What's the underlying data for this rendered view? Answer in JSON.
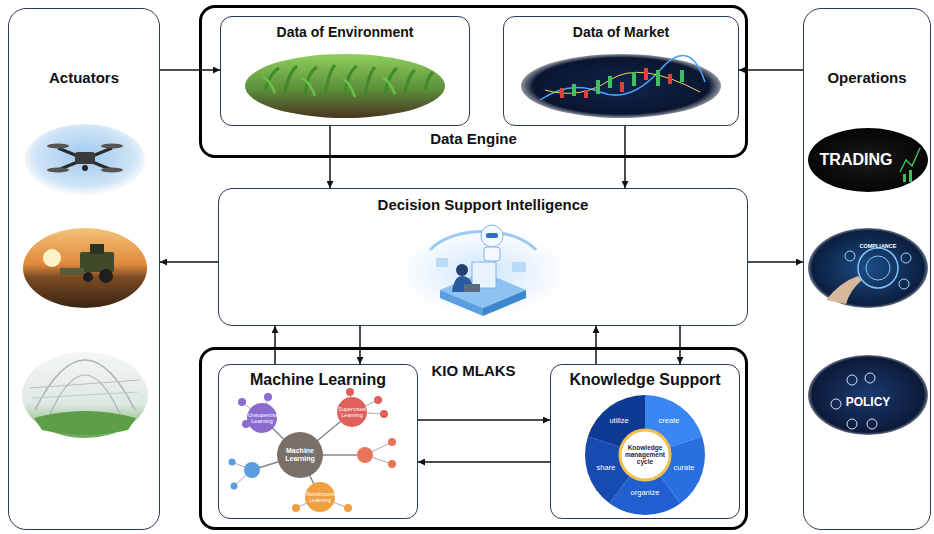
{
  "diagram": {
    "nodes": [
      {
        "text": [
          "Actuators"
        ]
      },
      {
        "text": [
          "Data Engine"
        ]
      },
      {
        "text": [
          "Data of Environment"
        ],
        "in": 1
      },
      {
        "text": [
          "Data of Market"
        ],
        "in": 1
      },
      {
        "text": [
          "Operations"
        ]
      },
      {
        "text": [
          "Decision Support Intelligence"
        ]
      },
      {
        "text": [
          "KIO MLAKS"
        ]
      },
      {
        "text": [
          "Machine Learning"
        ],
        "in": 6
      },
      {
        "text": [
          "Knowledge Support"
        ],
        "in": 6
      }
    ],
    "edges": [
      {
        "from": 0,
        "to": 2,
        "arrow": "to"
      },
      {
        "from": 4,
        "to": 3,
        "arrow": "to"
      },
      {
        "from": 2,
        "to": 5,
        "arrow": "to"
      },
      {
        "from": 3,
        "to": 5,
        "arrow": "to"
      },
      {
        "from": 5,
        "to": 0,
        "arrow": "to"
      },
      {
        "from": 5,
        "to": 4,
        "arrow": "to"
      },
      {
        "from": 7,
        "to": 5,
        "arrow": "to"
      },
      {
        "from": 5,
        "to": 7,
        "arrow": "to"
      },
      {
        "from": 8,
        "to": 5,
        "arrow": "to"
      },
      {
        "from": 5,
        "to": 8,
        "arrow": "to"
      },
      {
        "from": 7,
        "to": 8,
        "arrow": "to"
      },
      {
        "from": 8,
        "to": 7,
        "arrow": "to"
      }
    ],
    "labels": [
      "Machine Learning",
      "Unsupervised Learning",
      "Supervised Learning",
      "Reinforcement Learning",
      "Knowledge management cycle",
      "create",
      "curate",
      "organize",
      "share",
      "utilize",
      "TRADING",
      "COMPLIANCE",
      "POLICY"
    ]
  }
}
